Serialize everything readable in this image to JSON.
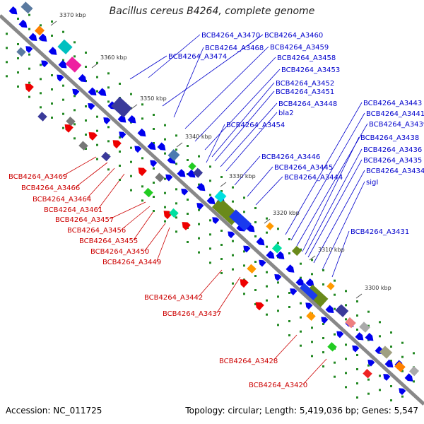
{
  "title": "Bacillus cereus B4264, complete genome",
  "footer": {
    "accession": "Accession: NC_011725",
    "topology": "Topology: circular; Length: 5,419,036 bp; Genes: 5,547"
  },
  "colors": {
    "forward_label": "#0000cc",
    "reverse_label": "#cc0000",
    "gene_blue": "#0000ee",
    "gene_red": "#ee0000",
    "axis": "#888888",
    "tick": "#228822"
  },
  "kbp_ticks": [
    "3370 kbp",
    "3360 kbp",
    "3350 kbp",
    "3340 kbp",
    "3330 kbp",
    "3320 kbp",
    "3310 kbp",
    "3300 kbp"
  ],
  "forward_labels": [
    "BCB4264_A3470",
    "BCB4264_A3460",
    "BCB4264_A3468",
    "BCB4264_A3459",
    "BCB4264_A3474",
    "BCB4264_A3458",
    "BCB4264_A3453",
    "BCB4264_A3452",
    "BCB4264_A3451",
    "BCB4264_A3448",
    "bla2",
    "BCB4264_A3454",
    "BCB4264_A3446",
    "BCB4264_A3445",
    "BCB4264_A3444",
    "BCB4264_A3443",
    "BCB4264_A3441",
    "BCB4264_A3439",
    "BCB4264_A3438",
    "BCB4264_A3436",
    "BCB4264_A3435",
    "BCB4264_A3434",
    "sigI",
    "BCB4264_A3431"
  ],
  "reverse_labels": [
    "BCB4264_A3469",
    "BCB4264_A3466",
    "BCB4264_A3464",
    "BCB4264_A3461",
    "BCB4264_A3457",
    "BCB4264_A3456",
    "BCB4264_A3455",
    "BCB4264_A3450",
    "BCB4264_A3449",
    "BCB4264_A3442",
    "BCB4264_A3437",
    "BCB4264_A3428",
    "BCB4264_A3420"
  ]
}
